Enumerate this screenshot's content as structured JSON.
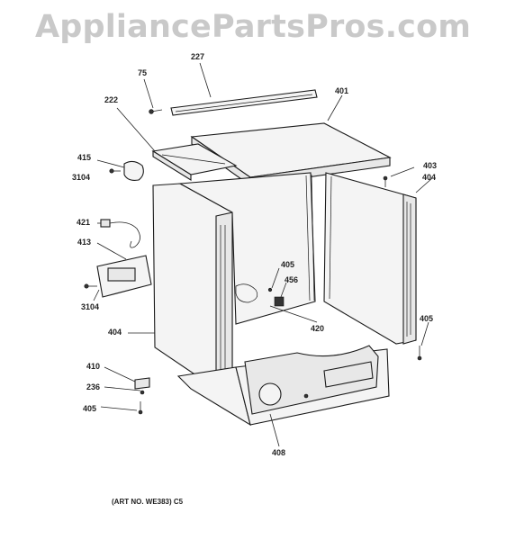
{
  "watermark": "AppliancePartsPros.com",
  "labels": {
    "l227": "227",
    "l75": "75",
    "l401": "401",
    "l222": "222",
    "l415": "415",
    "l3104a": "3104",
    "l403": "403",
    "l404a": "404",
    "l421": "421",
    "l413": "413",
    "l405a": "405",
    "l456": "456",
    "l3104b": "3104",
    "l420": "420",
    "l404b": "404",
    "l405b": "405",
    "l410": "410",
    "l236": "236",
    "l405c": "405",
    "l408": "408"
  },
  "art_number": "(ART NO. WE383) C5"
}
